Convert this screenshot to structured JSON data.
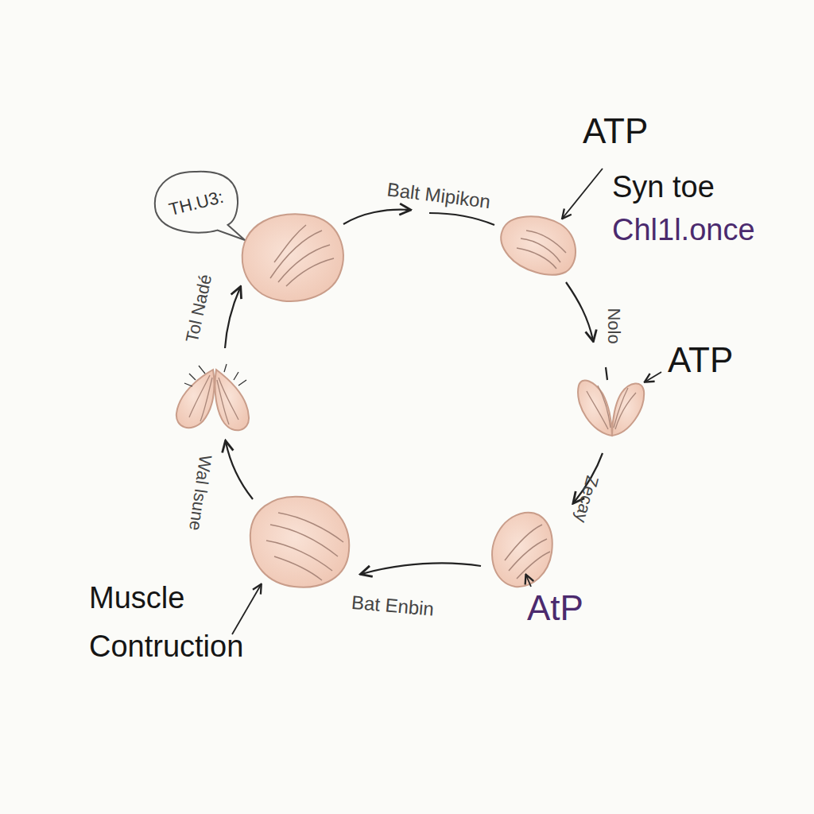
{
  "diagram": {
    "nodes": [
      {
        "text": [
          "TH.U3:"
        ]
      }
    ],
    "labels": [
      "Balt Mipikon",
      "ATP",
      "Syn toe",
      "Chl1l.once",
      "Nolo",
      "ATP",
      "Zecay",
      "AtP",
      "Bat Enbin",
      "Muscle Contruction",
      "Wal lsune",
      "Tol Nadé"
    ]
  }
}
